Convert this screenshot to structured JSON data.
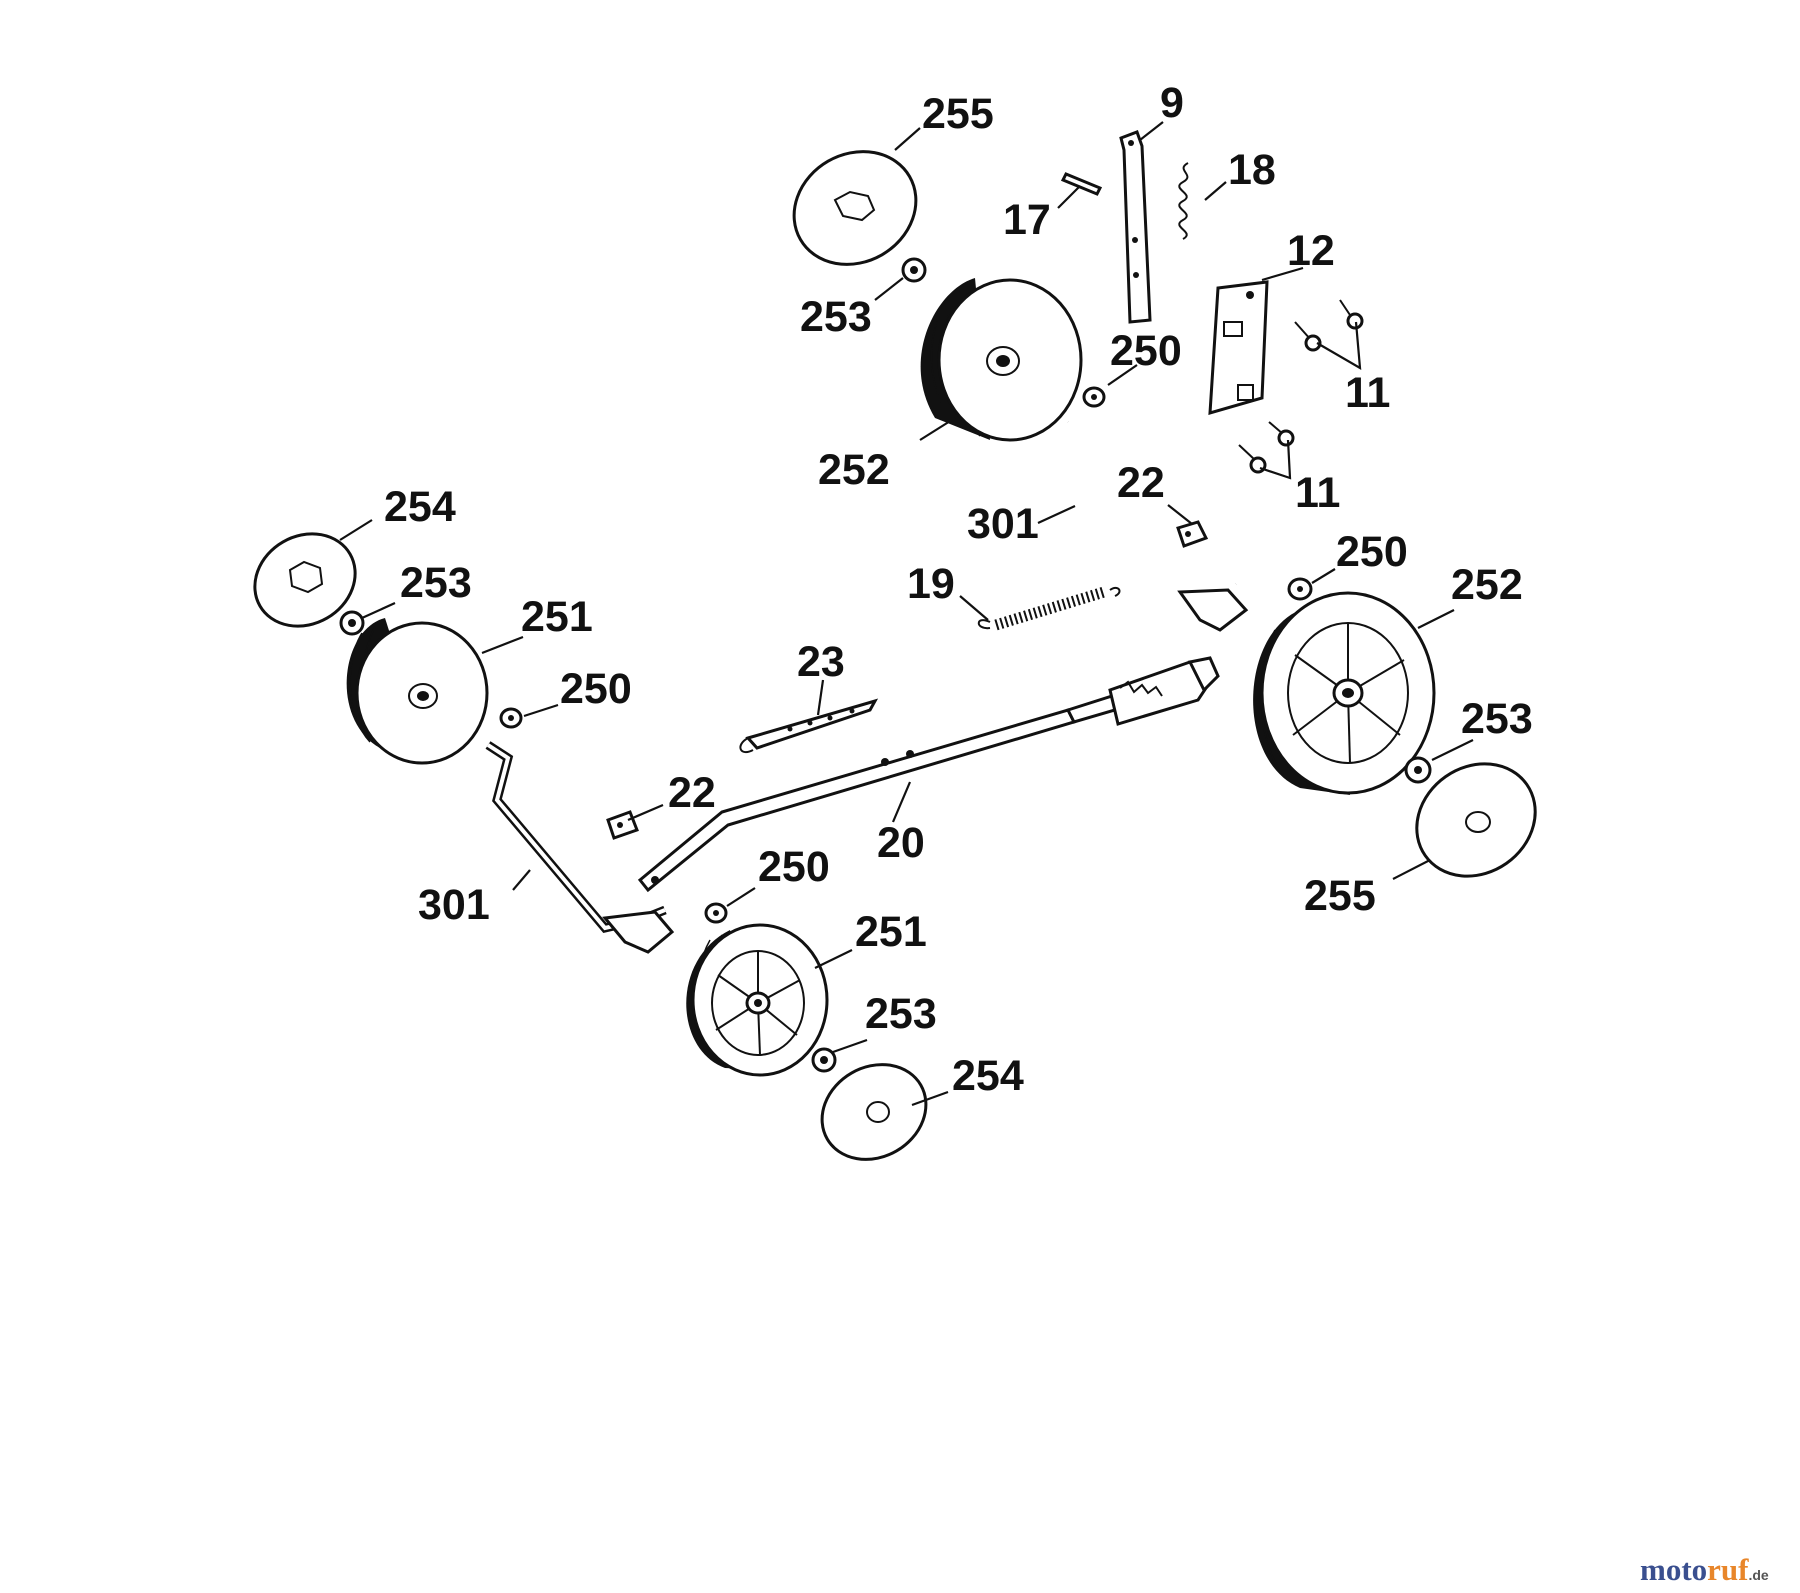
{
  "diagram": {
    "part_labels": [
      "255",
      "9",
      "18",
      "17",
      "12",
      "253",
      "250",
      "11",
      "252",
      "11",
      "22",
      "301",
      "254",
      "250",
      "253",
      "19",
      "252",
      "251",
      "23",
      "250",
      "253",
      "22",
      "20",
      "255",
      "301",
      "250",
      "251",
      "253",
      "254"
    ]
  },
  "watermark": {
    "brand": "moto",
    "brand_accent": "ruf",
    "domain": ".de",
    "colors": {
      "brand": "#3a4f8f",
      "accent": "#e8862a",
      "domain": "#555555"
    }
  }
}
